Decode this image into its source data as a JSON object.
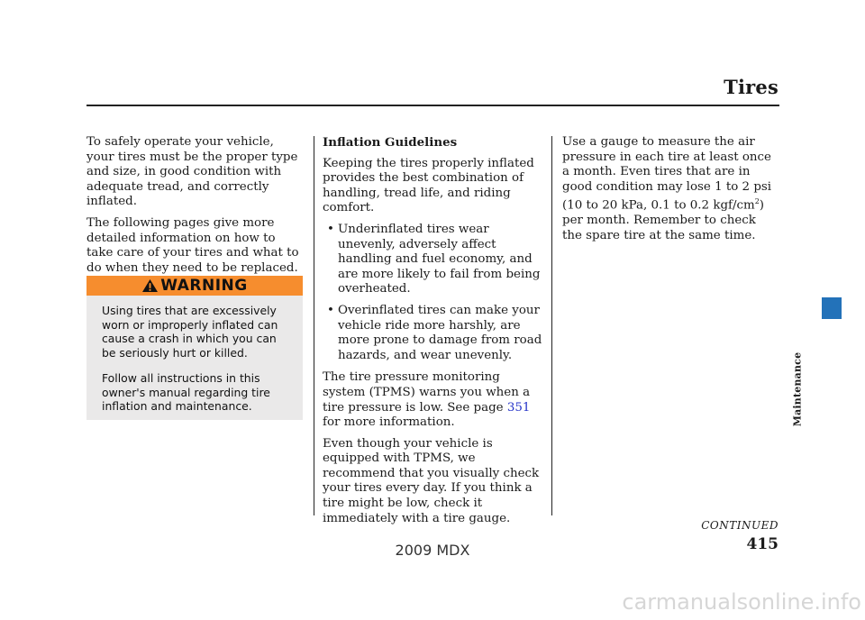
{
  "header": {
    "title": "Tires"
  },
  "column1": {
    "paragraphs": [
      "To safely operate your vehicle, your tires must be the proper type and size, in good condition with adequate tread, and correctly inflated.",
      "The following pages give more detailed information on how to take care of your tires and what to do when they need to be replaced."
    ]
  },
  "warning": {
    "label": "WARNING",
    "icon": "warning-triangle-icon",
    "paragraphs": [
      "Using tires that are excessively worn or improperly inflated can cause a crash in which you can be seriously hurt or killed.",
      "Follow all instructions in this owner's manual regarding tire inflation and maintenance."
    ],
    "header_color": "#f68d2e",
    "background_color": "#eae9e9"
  },
  "column2": {
    "heading": "Inflation Guidelines",
    "intro": "Keeping the tires properly inflated provides the best combination of handling, tread life, and riding comfort.",
    "bullet_char": "•",
    "bullets": [
      "Underinflated tires wear unevenly, adversely affect handling and fuel economy, and are more likely to fail from being overheated.",
      "Overinflated tires can make your vehicle ride more harshly, are more prone to damage from road hazards, and wear unevenly."
    ],
    "tpms_before": "The tire pressure monitoring system (TPMS) warns you when a tire pressure is low. See page ",
    "tpms_link": "351",
    "tpms_after": " for more information.",
    "check_paragraph": "Even though your vehicle is equipped with TPMS, we recommend that you visually check your tires every day. If you think a tire might be low, check it immediately with a tire gauge."
  },
  "column3": {
    "paragraph_main": "Use a gauge to measure the air pressure in each tire at least once a month. Even tires that are in good condition may lose 1 to 2 psi (10 to 20 kPa, 0.1 to 0.2 kgf/cm",
    "superscript": "2",
    "paragraph_end": ") per month. Remember to check the spare tire at the same time."
  },
  "side_tab": {
    "label": "Maintenance",
    "color": "#2372b9"
  },
  "footer": {
    "continued": "CONTINUED",
    "page_number": "415",
    "model": "2009  MDX",
    "watermark": "carmanualsonline.info"
  },
  "link_color": "#2432c8"
}
